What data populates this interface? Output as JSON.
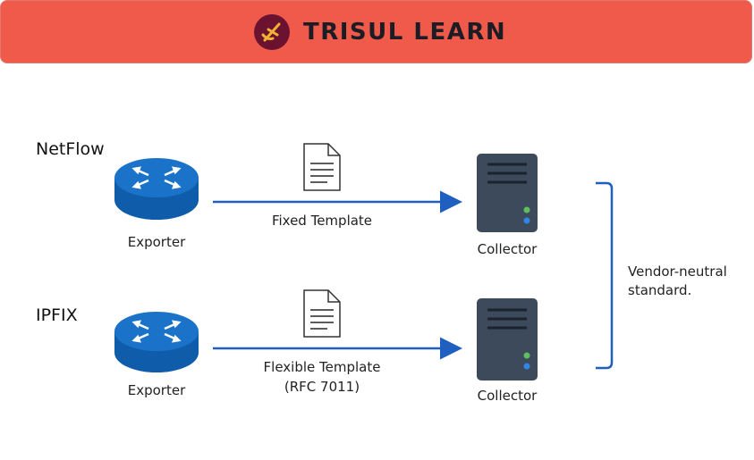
{
  "header": {
    "brand": "TRISUL LEARN"
  },
  "rows": [
    {
      "protocol": "NetFlow",
      "exporter": "Exporter",
      "template": "Fixed Template",
      "template_sub": "",
      "collector": "Collector"
    },
    {
      "protocol": "IPFIX",
      "exporter": "Exporter",
      "template": "Flexible Template",
      "template_sub": "(RFC 7011)",
      "collector": "Collector"
    }
  ],
  "note": {
    "line1": "Vendor-neutral",
    "line2": "standard."
  },
  "colors": {
    "banner": "#ef5a4b",
    "router": "#1a73c8",
    "arrow": "#1f5fbf",
    "server": "#3c4a5c",
    "led_green": "#5cc15c",
    "led_blue": "#2f86e6"
  }
}
